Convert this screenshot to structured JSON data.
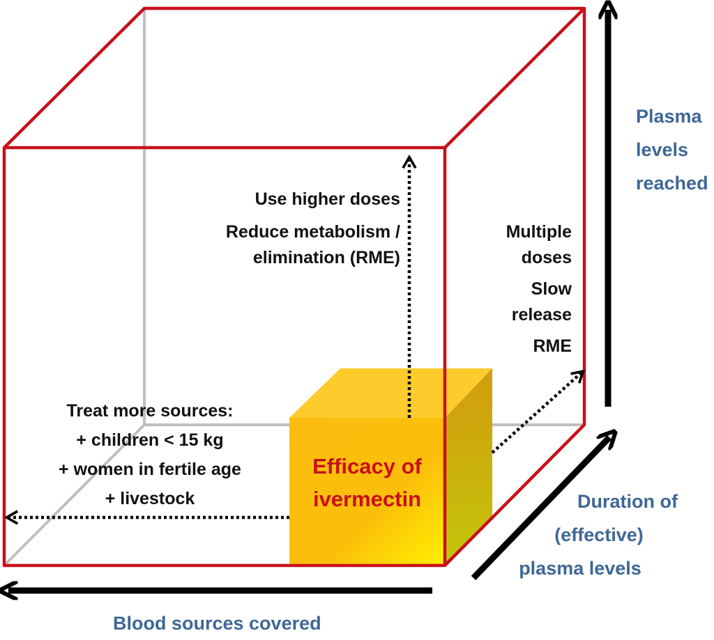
{
  "center_block": {
    "lines": [
      "Efficacy of",
      "ivermectin"
    ]
  },
  "up_arrow_labels": {
    "line1": "Use higher doses",
    "line2": "Reduce metabolism /",
    "line3": "elimination (RME)"
  },
  "depth_arrow_labels": {
    "lines": [
      "Multiple",
      "doses",
      "Slow",
      "release",
      "RME"
    ]
  },
  "left_arrow_labels": {
    "lines": [
      "Treat more sources:",
      "+ children < 15 kg",
      "+ women in fertile age",
      "+ livestock"
    ]
  },
  "axes": {
    "vertical": [
      "Plasma",
      "levels",
      "reached"
    ],
    "depth": [
      "Duration of",
      "(effective)",
      "plasma levels"
    ],
    "horizontal": "Blood sources covered"
  },
  "colors": {
    "cube_edge": "#c8101a",
    "hidden_edge": "#bfbfbf",
    "axis_text": "#3e6796",
    "block_front": "#fbbf0c",
    "block_top": "#fdcc2c",
    "block_side": "#caa912",
    "efficacy_text": "#c8101a"
  }
}
